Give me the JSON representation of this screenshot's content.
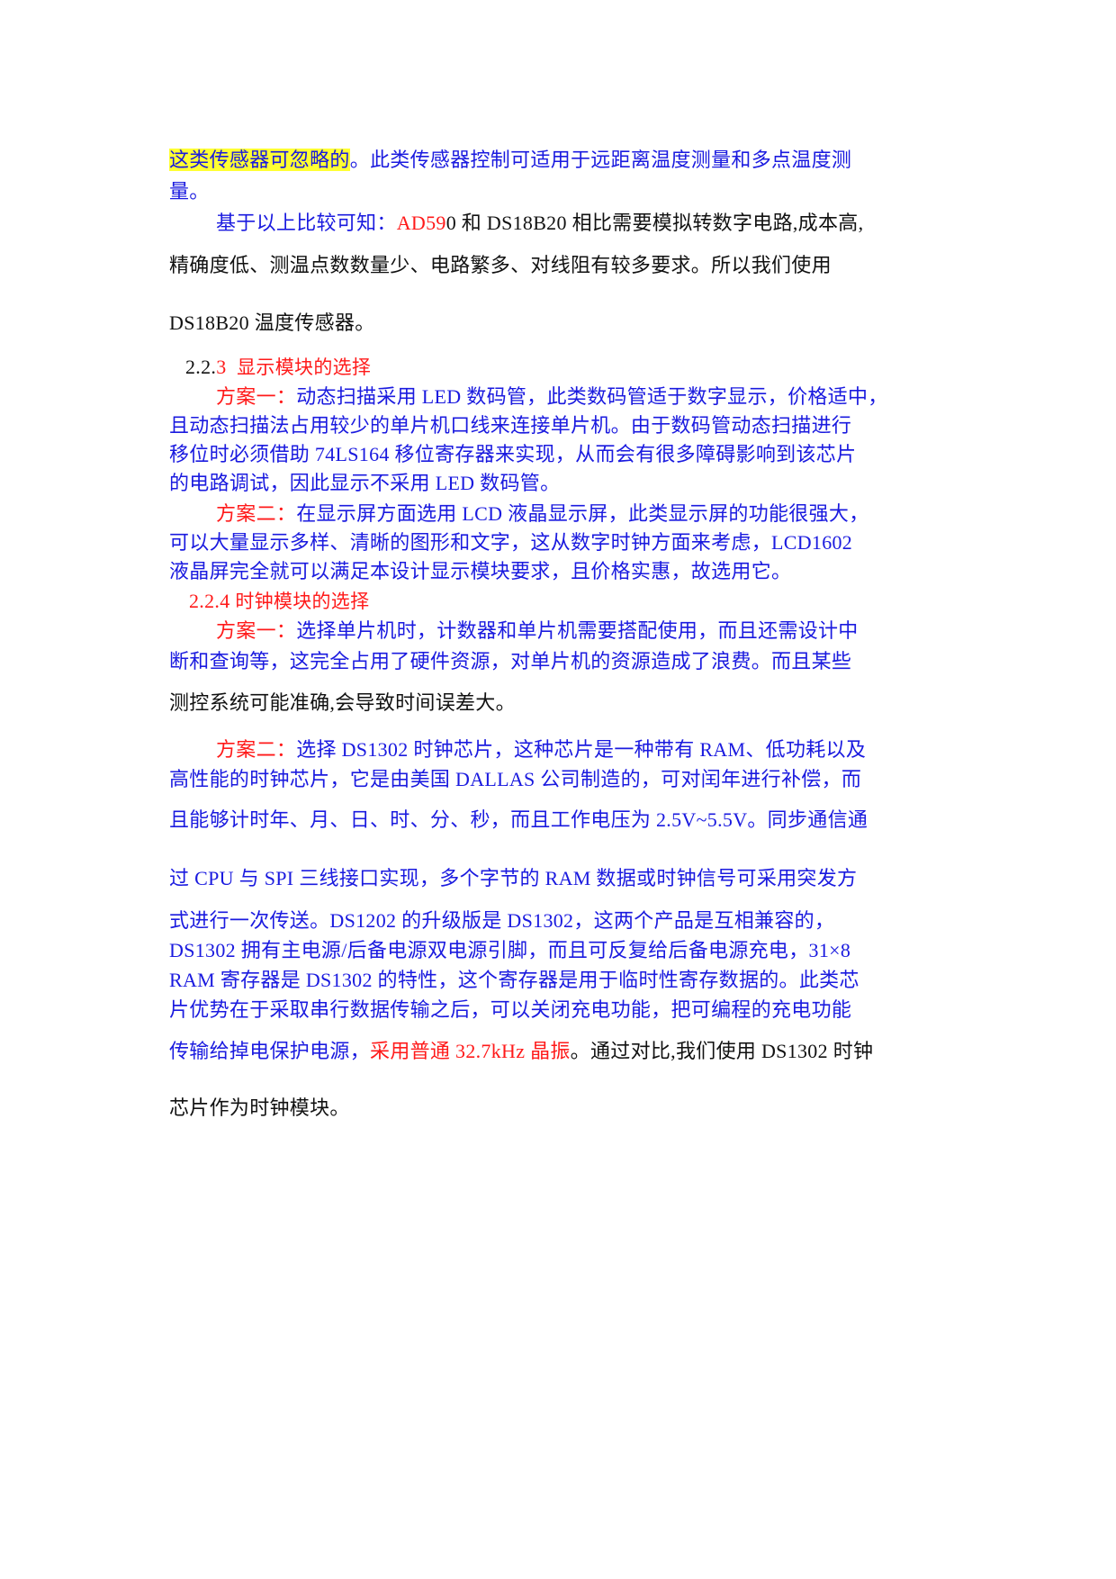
{
  "document": {
    "paragraph_1": {
      "highlighted": "这类传感器可忽略的",
      "line1_rest": "。此类传感器控制可适用于远距离温度测量和多点温度测",
      "line2": "量。"
    },
    "paragraph_2": {
      "line1_blue": "基于以上比较可知：",
      "line1_red": "AD59",
      "line1_black": "0 和 DS18B20 相比需要模拟转数字电路,成本高,",
      "line2": "精确度低、测温点数数量少、电路繁多、对线阻有较多要求。所以我们使用",
      "line3": "DS18B20 温度传感器。"
    },
    "section_223": {
      "number_black": "2.2.",
      "number_red": "3",
      "title": "显示模块的选择",
      "option1": {
        "label": "方案一：",
        "line1": "动态扫描采用 LED 数码管，此类数码管适于数字显示，价格适中，",
        "line2": "且动态扫描法占用较少的单片机口线来连接单片机。由于数码管动态扫描进行",
        "line3": "移位时必须借助 74LS164 移位寄存器来实现，从而会有很多障碍影响到该芯片",
        "line4": "的电路调试，因此显示不采用 LED 数码管。"
      },
      "option2": {
        "label": "方案二：",
        "line1": "在显示屏方面选用 LCD 液晶显示屏，此类显示屏的功能很强大，",
        "line2": "可以大量显示多样、清晰的图形和文字，这从数字时钟方面来考虑，LCD1602",
        "line3": "液晶屏完全就可以满足本设计显示模块要求，且价格实惠，故选用它。"
      }
    },
    "section_224": {
      "number": "2.2.4",
      "title": "时钟模块的选择",
      "option1": {
        "label": "方案一：",
        "line1": "选择单片机时，计数器和单片机需要搭配使用，而且还需设计中",
        "line2": "断和查询等，这完全占用了硬件资源，对单片机的资源造成了浪费。而且某些",
        "line3": "测控系统可能准确,会导致时间误差大。"
      },
      "option2": {
        "label": "方案二：",
        "line1": "选择 DS1302 时钟芯片，这种芯片是一种带有 RAM、低功耗以及",
        "line2": "高性能的时钟芯片，它是由美国 DALLAS 公司制造的，可对闰年进行补偿，而",
        "line3": "且能够计时年、月、日、时、分、秒，而且工作电压为 2.5V~5.5V。同步通信通",
        "line4": "过 CPU 与 SPI 三线接口实现，多个字节的 RAM 数据或时钟信号可采用突发方",
        "line5": "式进行一次传送。DS1202 的升级版是 DS1302，这两个产品是互相兼容的，",
        "line6": "DS1302 拥有主电源/后备电源双电源引脚，而且可反复给后备电源充电，31×8",
        "line7": "RAM 寄存器是 DS1302 的特性，这个寄存器是用于临时性寄存数据的。此类芯",
        "line8": "片优势在于采取串行数据传输之后，可以关闭充电功能，把可编程的充电功能",
        "line9_blue": "传输给掉电保护电源，",
        "line9_red": "采用普通 32.7kHz 晶振",
        "line9_black": "。通过对比,我们使用 DS1302 时钟",
        "line10": "芯片作为时钟模块。"
      }
    }
  }
}
